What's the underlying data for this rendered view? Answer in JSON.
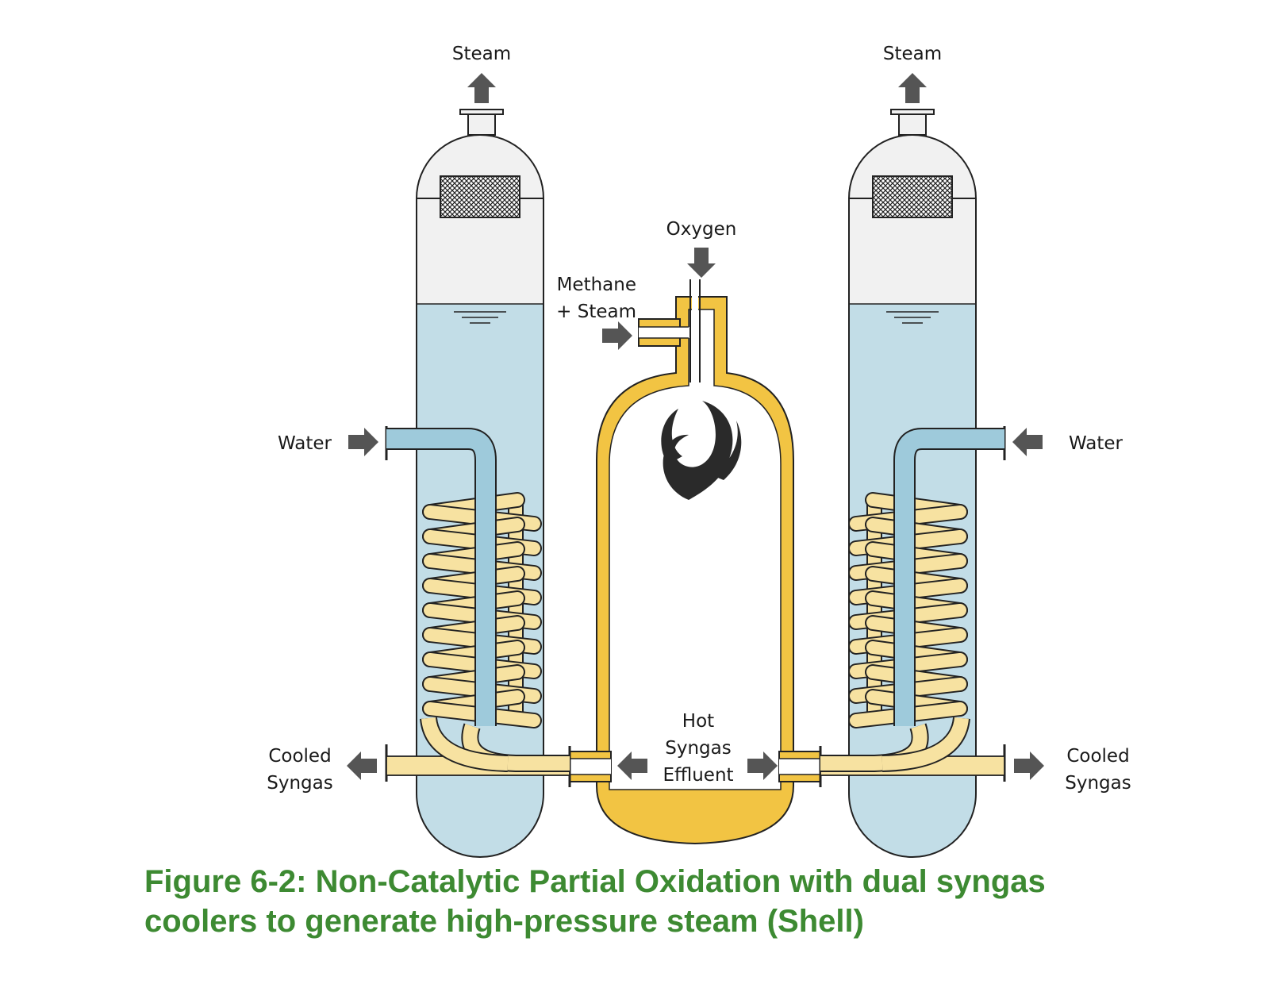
{
  "diagram": {
    "labels": {
      "steam_left": "Steam",
      "steam_right": "Steam",
      "oxygen": "Oxygen",
      "methane_line1": "Methane",
      "methane_line2": "+ Steam",
      "water_left": "Water",
      "water_right": "Water",
      "hot_line1": "Hot",
      "hot_line2": "Syngas",
      "hot_line3": "Effluent",
      "cooled_left_line1": "Cooled",
      "cooled_left_line2": "Syngas",
      "cooled_right_line1": "Cooled",
      "cooled_right_line2": "Syngas"
    },
    "colors": {
      "water": "#c2dde7",
      "vapor": "#f1f1f1",
      "reactor_wall": "#f2c443",
      "coil": "#f7e2a1",
      "downcomer": "#9ecadb",
      "arrow": "#555555",
      "caption": "#3d8a32"
    },
    "icons": [
      "arrow-icon",
      "flame-icon",
      "demister-mesh"
    ]
  },
  "caption": {
    "line1": "Figure 6-2: Non-Catalytic Partial Oxidation with dual syngas",
    "line2": "coolers to generate high-pressure steam (Shell)"
  }
}
